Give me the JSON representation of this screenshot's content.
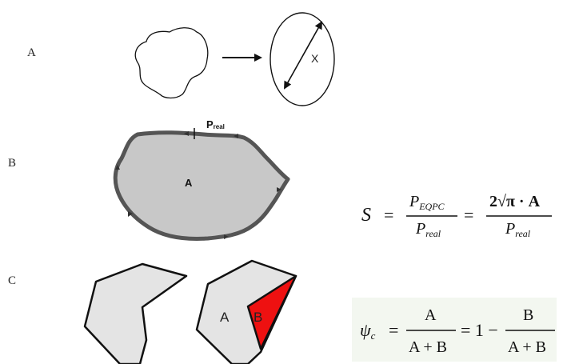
{
  "labels": {
    "row_a": "A",
    "row_b": "B",
    "row_c": "C"
  },
  "panel_a": {
    "diameter_label": "X"
  },
  "panel_b": {
    "perimeter_label_main": "P",
    "perimeter_label_sub": "real",
    "area_label": "A"
  },
  "panel_c": {
    "region_a_label": "A",
    "region_b_label": "B"
  },
  "formula_s": {
    "lhs": "S",
    "eq": "=",
    "num1_main": "P",
    "num1_sub": "EQPC",
    "den1_main": "P",
    "den1_sub": "real",
    "num2": "2√π · A",
    "den2_main": "P",
    "den2_sub": "real"
  },
  "formula_psi": {
    "lhs_main": "ψ",
    "lhs_sub": "c",
    "eq": "=",
    "num1": "A",
    "den1": "A + B",
    "middle": "= 1 −",
    "num2": "B",
    "den2": "A + B"
  },
  "colors": {
    "outline": "#111111",
    "panel_b_fill": "#c8c8c8",
    "panel_b_stroke": "#555555",
    "polygon_fill": "#e4e4e4",
    "region_b_fill": "#ee1111",
    "formula_box_bg": "#f3f7f0"
  }
}
